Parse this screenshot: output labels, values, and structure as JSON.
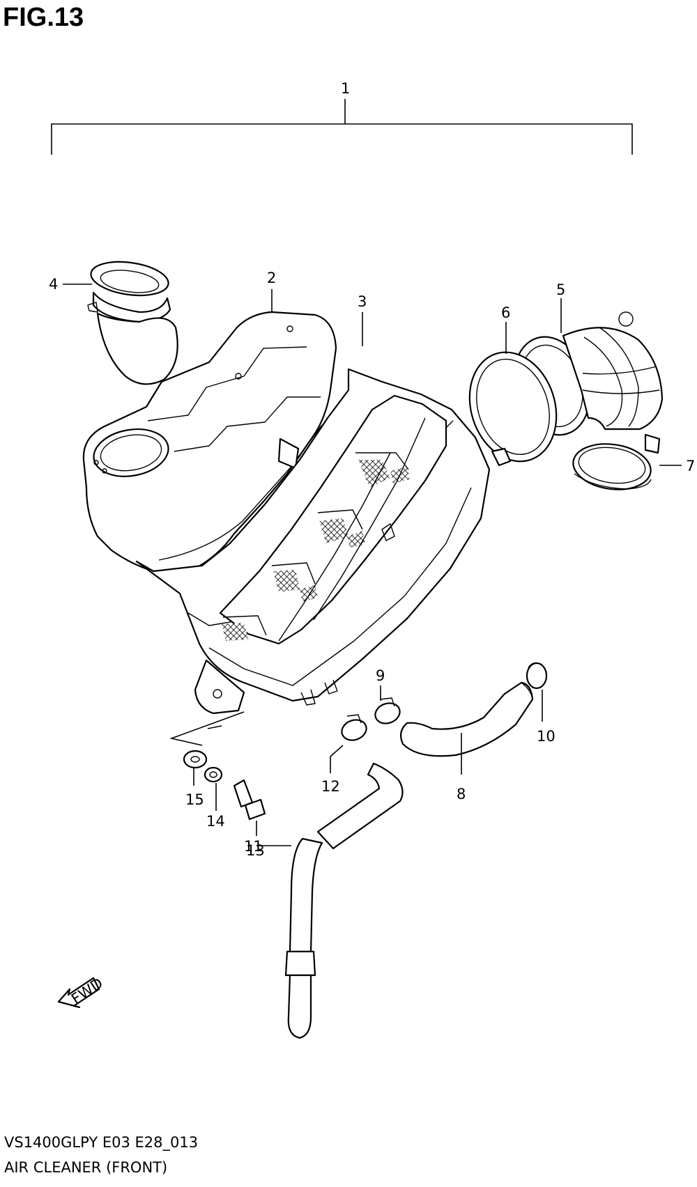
{
  "figure": {
    "title": "FIG.13",
    "model_code": "VS1400GLPY E03 E28_013",
    "caption": "AIR CLEANER (FRONT)"
  },
  "callouts": [
    "1",
    "2",
    "3",
    "4",
    "5",
    "6",
    "7",
    "8",
    "9",
    "10",
    "11",
    "12",
    "13",
    "14",
    "15"
  ],
  "fwd_label": "FWD"
}
